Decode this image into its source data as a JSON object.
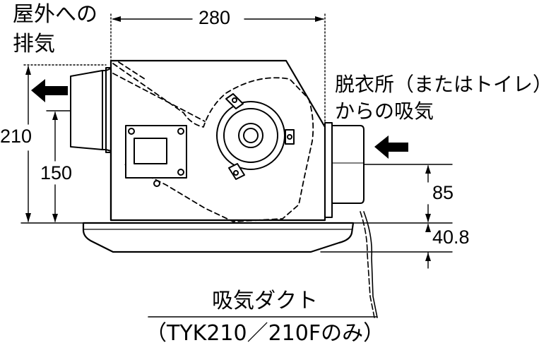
{
  "labels": {
    "exhaust_line1": "屋外への",
    "exhaust_line2": "排気",
    "intake_line1": "脱衣所（またはトイレ）",
    "intake_line2": "からの吸気",
    "duct_name": "吸気ダクト",
    "duct_models": "（TYK210／210Fのみ）"
  },
  "dimensions": {
    "width": "280",
    "total_height": "210",
    "outlet_height": "150",
    "inlet_height": "85",
    "panel_height": "40.8"
  },
  "colors": {
    "line": "#000000",
    "background": "#ffffff"
  },
  "icons": {
    "exhaust_arrow": "arrow-left-icon",
    "intake_arrow": "arrow-left-icon"
  }
}
